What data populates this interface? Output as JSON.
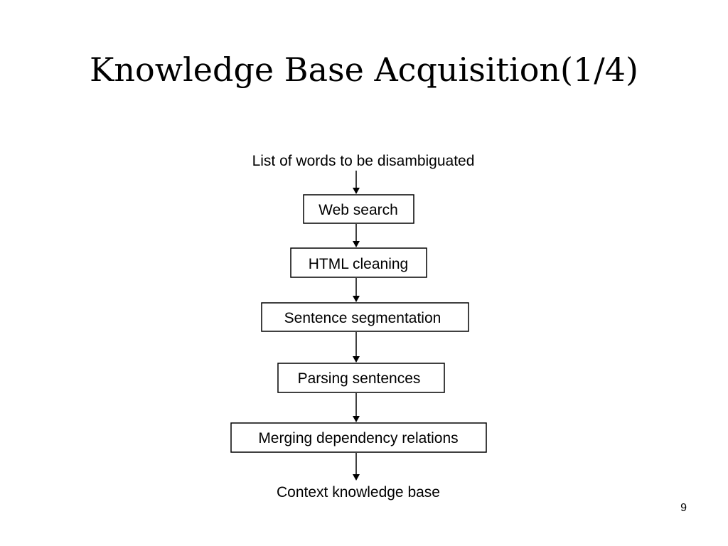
{
  "slide": {
    "title": "Knowledge Base Acquisition(1/4)",
    "page_number": "9"
  },
  "flowchart": {
    "input_label": "List of words to be disambiguated",
    "steps": [
      {
        "label": "Web search"
      },
      {
        "label": "HTML cleaning"
      },
      {
        "label": "Sentence segmentation"
      },
      {
        "label": "Parsing sentences"
      },
      {
        "label": "Merging dependency relations"
      }
    ],
    "output_label": "Context knowledge base"
  }
}
